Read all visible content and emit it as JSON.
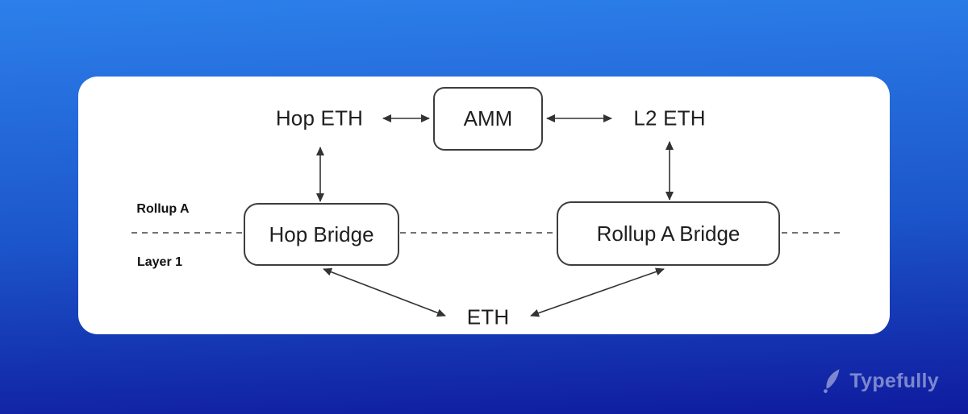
{
  "diagram": {
    "nodes": {
      "hop_eth": "Hop ETH",
      "amm": "AMM",
      "l2_eth": "L2 ETH",
      "hop_bridge": "Hop Bridge",
      "rollup_a_bridge": "Rollup A Bridge",
      "eth": "ETH"
    },
    "layers": {
      "rollup_a": "Rollup A",
      "layer_1": "Layer 1"
    },
    "connections": [
      {
        "from": "hop_eth",
        "to": "amm",
        "type": "bidirectional"
      },
      {
        "from": "amm",
        "to": "l2_eth",
        "type": "bidirectional"
      },
      {
        "from": "hop_eth",
        "to": "hop_bridge",
        "type": "bidirectional"
      },
      {
        "from": "l2_eth",
        "to": "rollup_a_bridge",
        "type": "bidirectional"
      },
      {
        "from": "hop_bridge",
        "to": "eth",
        "type": "bidirectional"
      },
      {
        "from": "eth",
        "to": "rollup_a_bridge",
        "type": "bidirectional"
      }
    ]
  },
  "branding": {
    "logo_text": "Typefully"
  },
  "colors": {
    "background_top": "#2c80ea",
    "background_bottom": "#0f1b9e",
    "card_background": "#ffffff",
    "diagram_stroke": "#3d3d3d",
    "diagram_text": "#1f1f1f",
    "logo_color": "rgba(255,255,255,0.45)"
  }
}
